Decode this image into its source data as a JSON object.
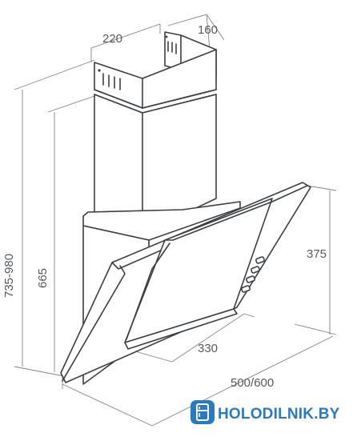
{
  "dimensions": {
    "chimney_width": "220",
    "chimney_depth": "160",
    "total_height": "735-980",
    "body_height": "665",
    "panel_height": "375",
    "bottom_depth": "330",
    "width": "500/600"
  },
  "brand": {
    "name": "HOLODILNIK.BY",
    "color": "#2a7ac2"
  },
  "colors": {
    "line": "#3a3f44",
    "dimension_text": "#555a5e",
    "dimension_line": "#7d8489"
  }
}
